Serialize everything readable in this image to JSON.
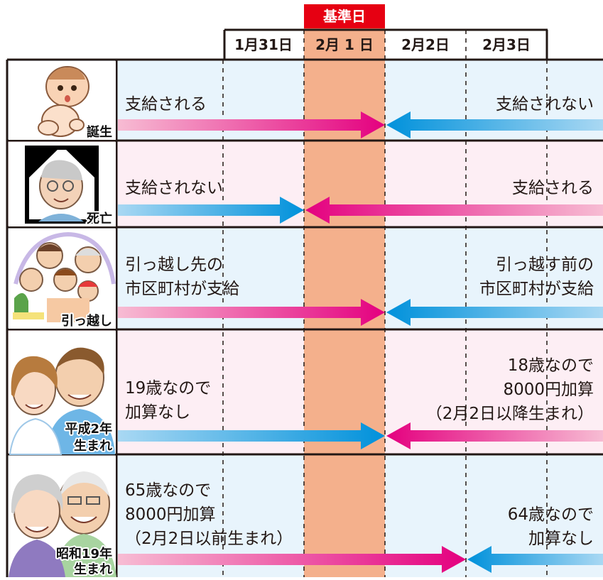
{
  "header": {
    "base_day_label": "基準日",
    "dates": [
      "1月31日",
      "2月 1 日",
      "2月2日",
      "2月3日"
    ]
  },
  "rows": [
    {
      "label": [
        "誕生"
      ],
      "illustration": "baby-icon",
      "left_text": [
        "支給される"
      ],
      "right_text": [
        "支給されない"
      ],
      "left_color": "pink",
      "right_color": "blue",
      "meet": "2月1日/2月2日"
    },
    {
      "label": [
        "死亡"
      ],
      "illustration": "deceased-portrait-icon",
      "left_text": [
        "支給されない"
      ],
      "right_text": [
        "支給される"
      ],
      "left_color": "blue",
      "right_color": "pink",
      "meet": "1月31日/2月1日"
    },
    {
      "label": [
        "引っ越し"
      ],
      "illustration": "family-icon",
      "left_text": [
        "引っ越し先の",
        "市区町村が支給"
      ],
      "right_text": [
        "引っ越す前の",
        "市区町村が支給"
      ],
      "left_color": "pink",
      "right_color": "blue",
      "meet": "2月1日/2月2日"
    },
    {
      "label": [
        "平成2年",
        "生まれ"
      ],
      "illustration": "young-couple-icon",
      "left_text": [
        "19歳なので",
        "加算なし"
      ],
      "right_text": [
        "18歳なので",
        "8000円加算",
        "（2月2日以降生まれ）"
      ],
      "left_color": "blue",
      "right_color": "pink",
      "meet": "2月1日/2月2日"
    },
    {
      "label": [
        "昭和19年",
        "生まれ"
      ],
      "illustration": "elderly-couple-icon",
      "left_text": [
        "65歳なので",
        "8000円加算",
        "（2月2日以前生まれ）"
      ],
      "right_text": [
        "64歳なので",
        "加算なし"
      ],
      "left_color": "pink",
      "right_color": "blue",
      "meet": "2月2日/2月3日"
    }
  ],
  "colors": {
    "base_day_box": "#e60012",
    "base_day_column": "#f4b08c",
    "row_blue_bg": "#e8f4fc",
    "row_pink_bg": "#fdeef4",
    "arrow_pink": "#e4007f",
    "arrow_blue": "#0091db"
  }
}
